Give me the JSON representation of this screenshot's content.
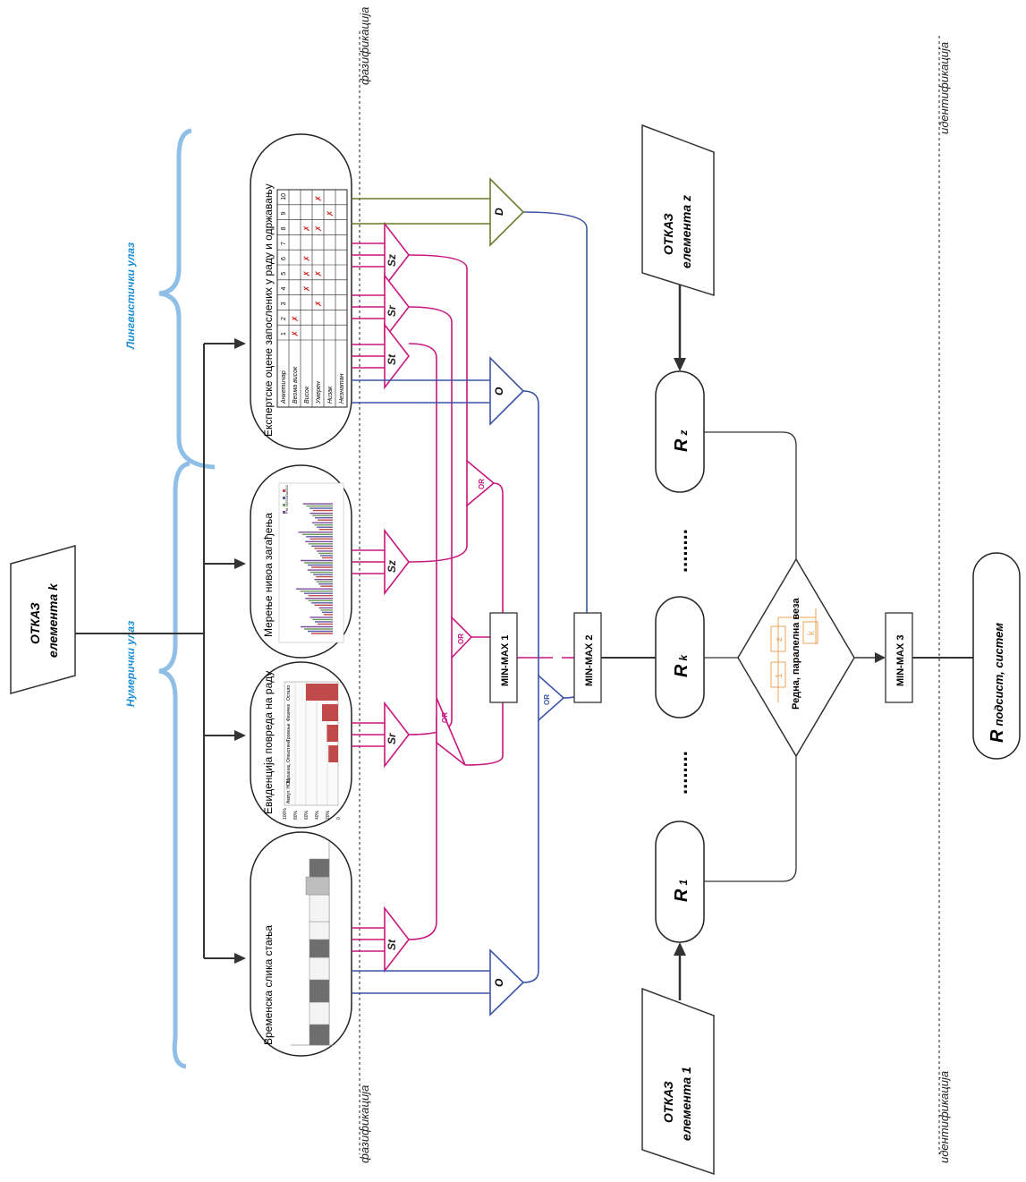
{
  "inputs": {
    "numeric": "Нумерички улаз",
    "linguistic": "Лингвистички улаз"
  },
  "labels": {
    "fuzzification": "фазификација",
    "identification": "идентификација"
  },
  "failures": {
    "k": [
      "ОТКАЗ",
      "елемента k"
    ],
    "one": [
      "ОТКАЗ",
      "елемента 1"
    ],
    "z": [
      "ОТКАЗ",
      "елемента z"
    ]
  },
  "sources": {
    "time": "Временска слика стања",
    "injury": "Евиденција повреда на раду",
    "pollution": "Мерење нивоа загађења",
    "expert": "Експертске оцене запослених у раду и одржавању"
  },
  "expert_table": {
    "header_label": "Анкетичар",
    "columns": [
      "1",
      "2",
      "3",
      "4",
      "5",
      "6",
      "7",
      "8",
      "9",
      "10"
    ],
    "rows": [
      {
        "label": "Веома висок",
        "marks": [
          1,
          2
        ]
      },
      {
        "label": "Висок",
        "marks": [
          4,
          5,
          6,
          8
        ]
      },
      {
        "label": "Умерен",
        "marks": [
          3,
          5,
          8,
          10
        ]
      },
      {
        "label": "Низак",
        "marks": [
          9
        ]
      },
      {
        "label": "Незнатан",
        "marks": []
      }
    ],
    "mark": "✗"
  },
  "injury_chart": {
    "ticks": [
      "100%",
      "80%",
      "60%",
      "40%",
      "20%",
      "0"
    ],
    "categories": [
      "Ампут. НОЦ",
      "Механиц.",
      "Опекотине",
      "Тровање",
      "Физичке",
      "Остало"
    ],
    "values": [
      0,
      0,
      0.3,
      0.35,
      0.5,
      1.0
    ]
  },
  "pollution_legend": [
    "SO2",
    "NOx",
    "H2S",
    "PM"
  ],
  "triangles": {
    "St": "St",
    "Sr": "Sr",
    "Sz": "Sz"
  },
  "arrows": {
    "O": "O",
    "D": "D"
  },
  "or_label": "OR",
  "minmax": {
    "m1": "MIN-MAX 1",
    "m2": "MIN-MAX 2",
    "m3": "MIN-MAX 3"
  },
  "reliabilities": {
    "R": "R",
    "r1_sub": "1",
    "rk_sub": "k",
    "rz_sub": "z",
    "ellipsis": "........",
    "final": "R",
    "final_sub": "подсист, систем"
  },
  "connection": {
    "label": "Редна, паралелна веза",
    "items": [
      "1",
      "z",
      "k"
    ]
  },
  "colors": {
    "dark": "#3a3a3a",
    "magenta": "#c8177f",
    "blue": "#3a55a8",
    "olive": "#6b7a2e",
    "cyan": "#1b8fd6",
    "brace": "#8fbfe6",
    "orange": "#e8a15a",
    "red": "#d42020"
  }
}
